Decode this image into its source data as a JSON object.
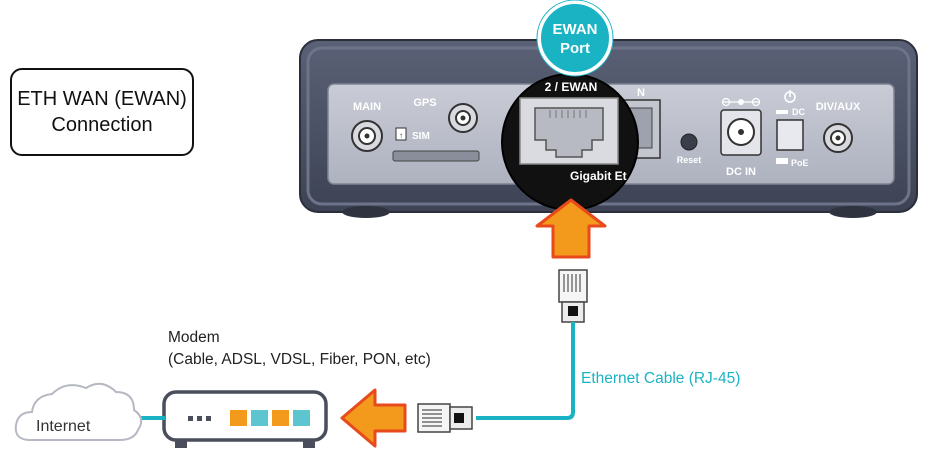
{
  "title_box": {
    "line1": "ETH WAN (EWAN)",
    "line2": "Connection"
  },
  "device": {
    "main": "MAIN",
    "gps": "GPS",
    "sim": "SIM",
    "port_2_ewan": "2 / EWAN",
    "port_partial": "N",
    "gigabit": "Gigabit Et",
    "reset": "Reset",
    "dc_in": "DC IN",
    "dc": "DC",
    "poe": "PoE",
    "div_aux": "DIV/AUX"
  },
  "callout": {
    "line1": "EWAN",
    "line2": "Port"
  },
  "modem": {
    "label": "Modem",
    "types": "(Cable, ADSL, VDSL, Fiber, PON, etc)"
  },
  "cable": {
    "label": "Ethernet Cable (RJ-45)"
  },
  "cloud": {
    "label": "Internet"
  },
  "colors": {
    "teal": "#1ab3c4",
    "orange": "#f39a1c",
    "arrow_red": "#e84a1b",
    "device_body": "#4b5266"
  }
}
